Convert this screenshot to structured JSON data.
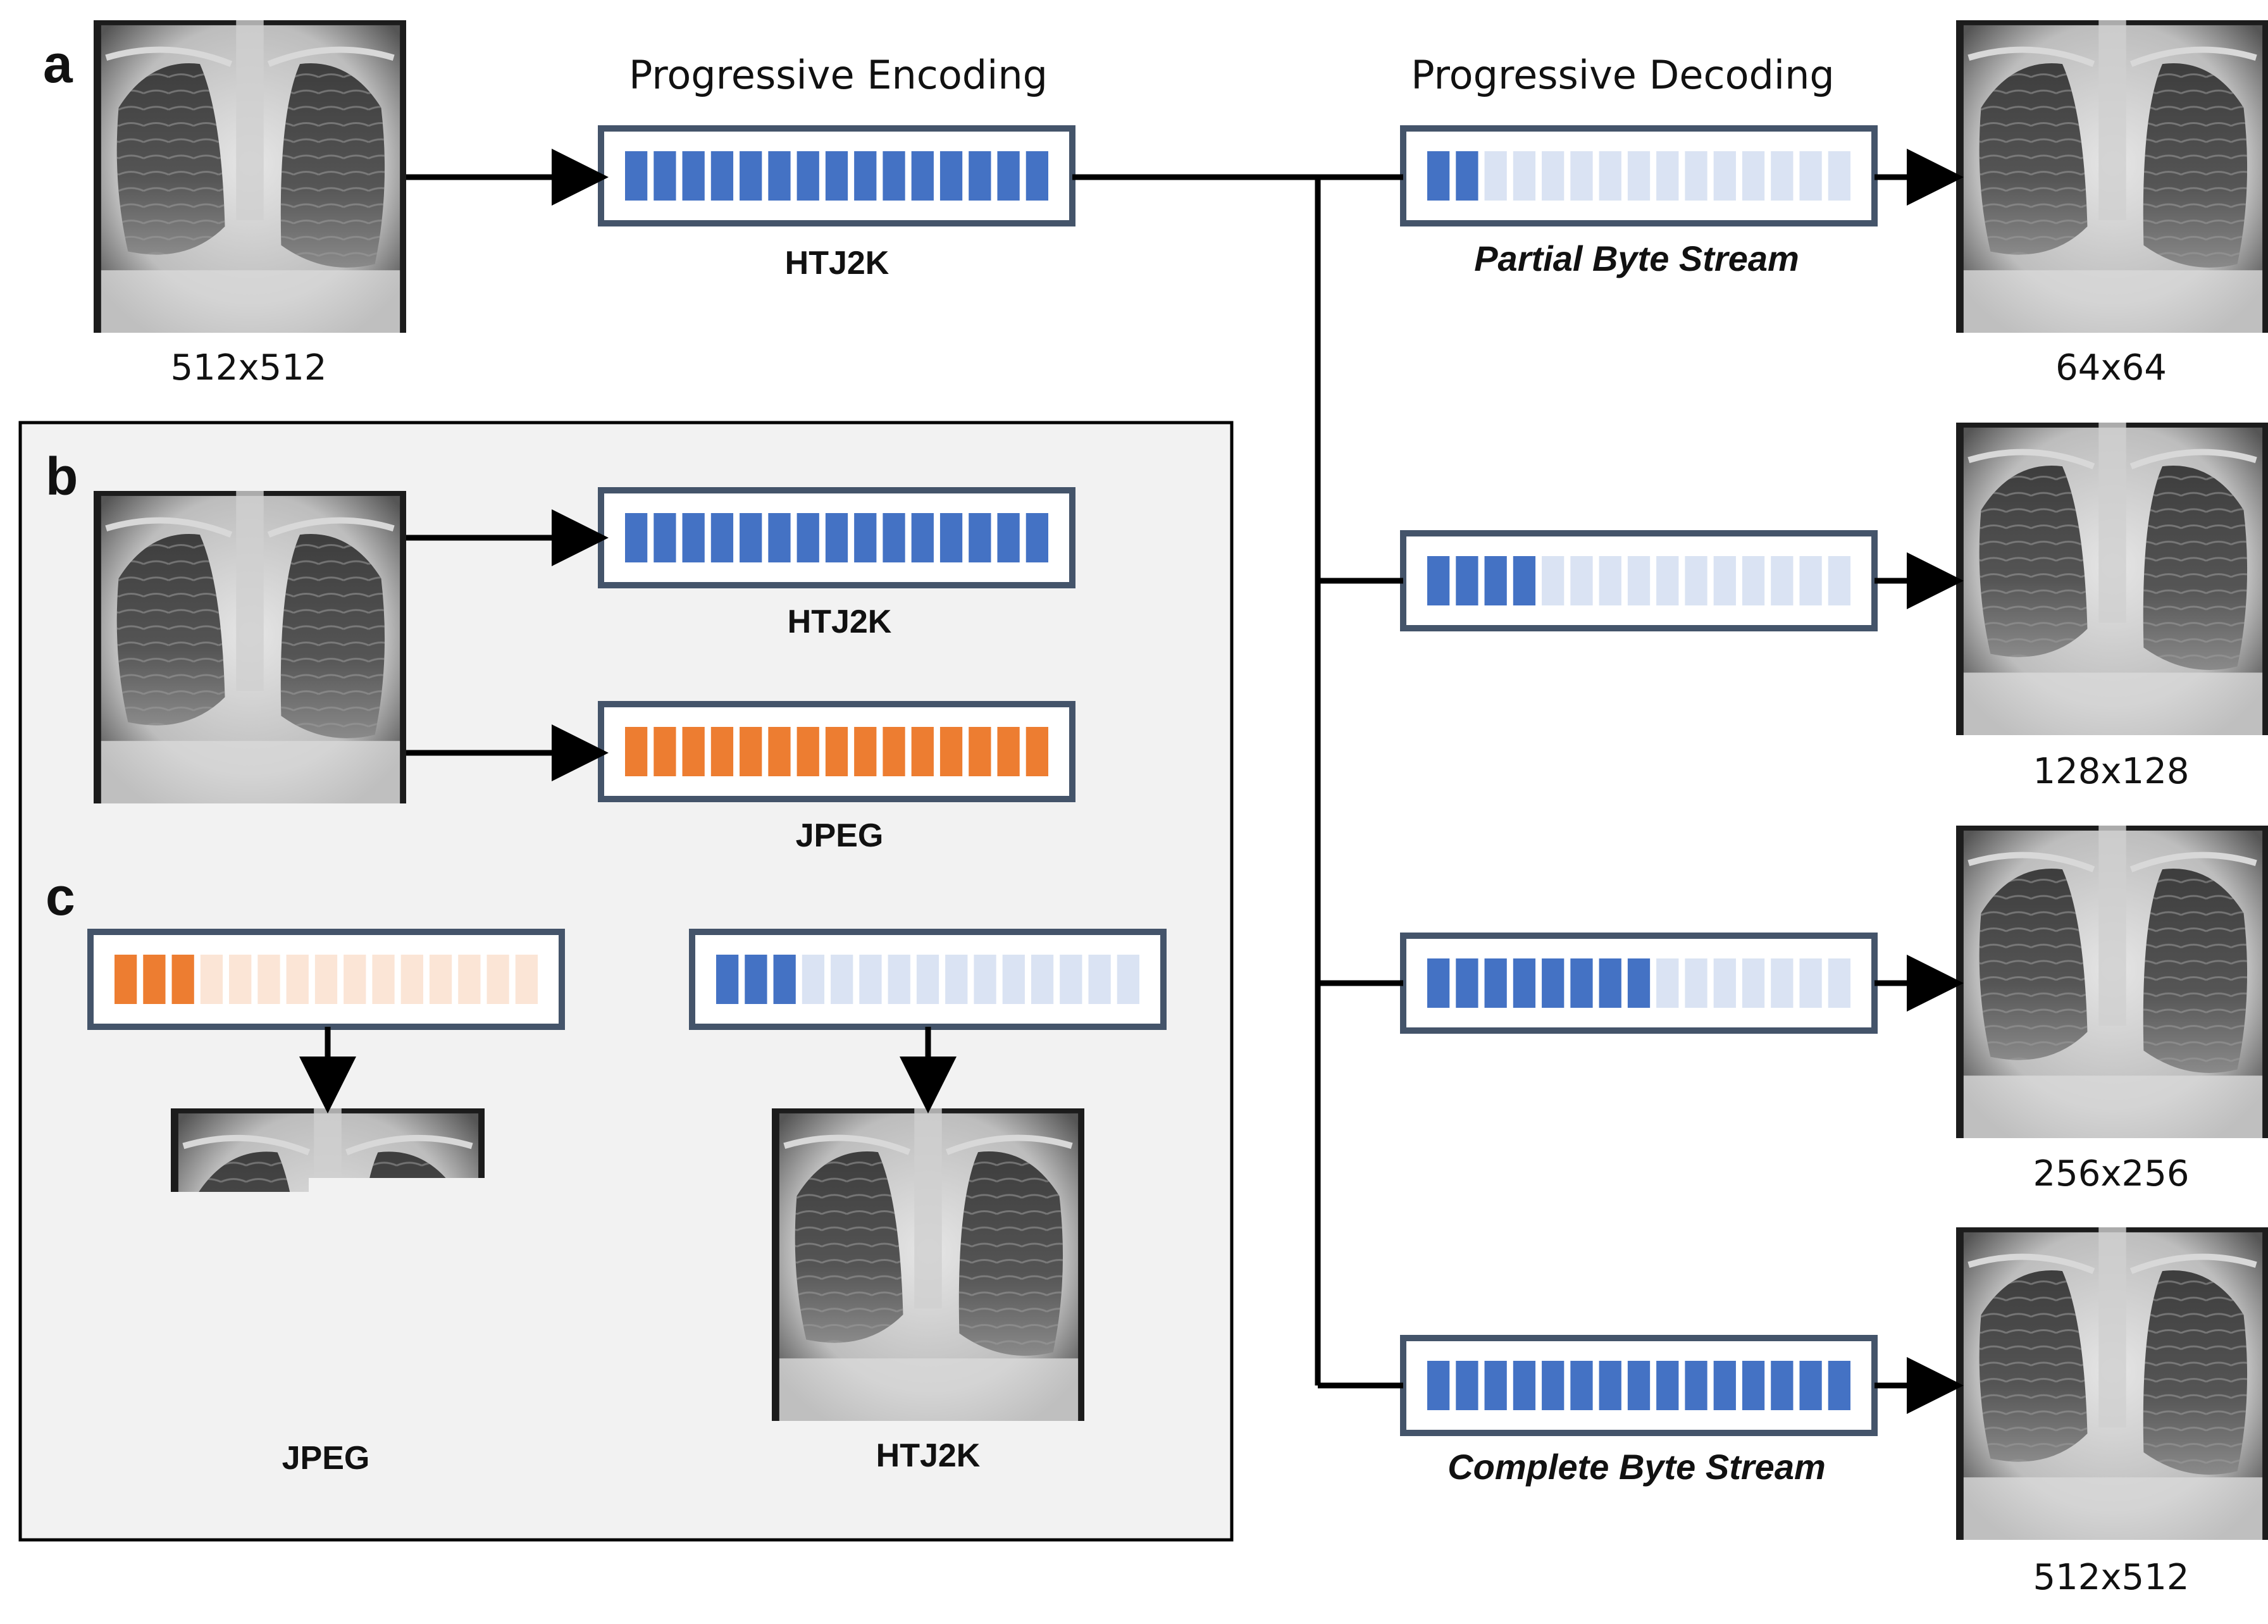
{
  "panels": {
    "a": "a",
    "b": "b",
    "c": "c"
  },
  "headers": {
    "encoding": "Progressive Encoding",
    "decoding": "Progressive Decoding"
  },
  "labels": {
    "input_size": "512x512",
    "htj2k": "HTJ2K",
    "jpeg": "JPEG",
    "partial": "Partial Byte Stream",
    "complete": "Complete Byte Stream",
    "out1": "64x64",
    "out2": "128x128",
    "out3": "256x256",
    "out4": "512x512"
  },
  "colors": {
    "htj2k_filled": "#4472c4",
    "htj2k_empty": "#dae3f3",
    "jpeg_filled": "#ed7d31",
    "jpeg_empty": "#fbe5d6",
    "box_border": "#44546a",
    "panel_bg": "#f2f2f2"
  },
  "streams": {
    "segments_per_stream": 15,
    "encoding_filled": 15,
    "b_htj2k_filled": 15,
    "b_jpeg_filled": 15,
    "decoding_filled": [
      2,
      4,
      8,
      15
    ],
    "c_jpeg_filled": 3,
    "c_htj2k_filled": 3
  },
  "images": {
    "description_icon": "chest-xray-image-icon"
  }
}
